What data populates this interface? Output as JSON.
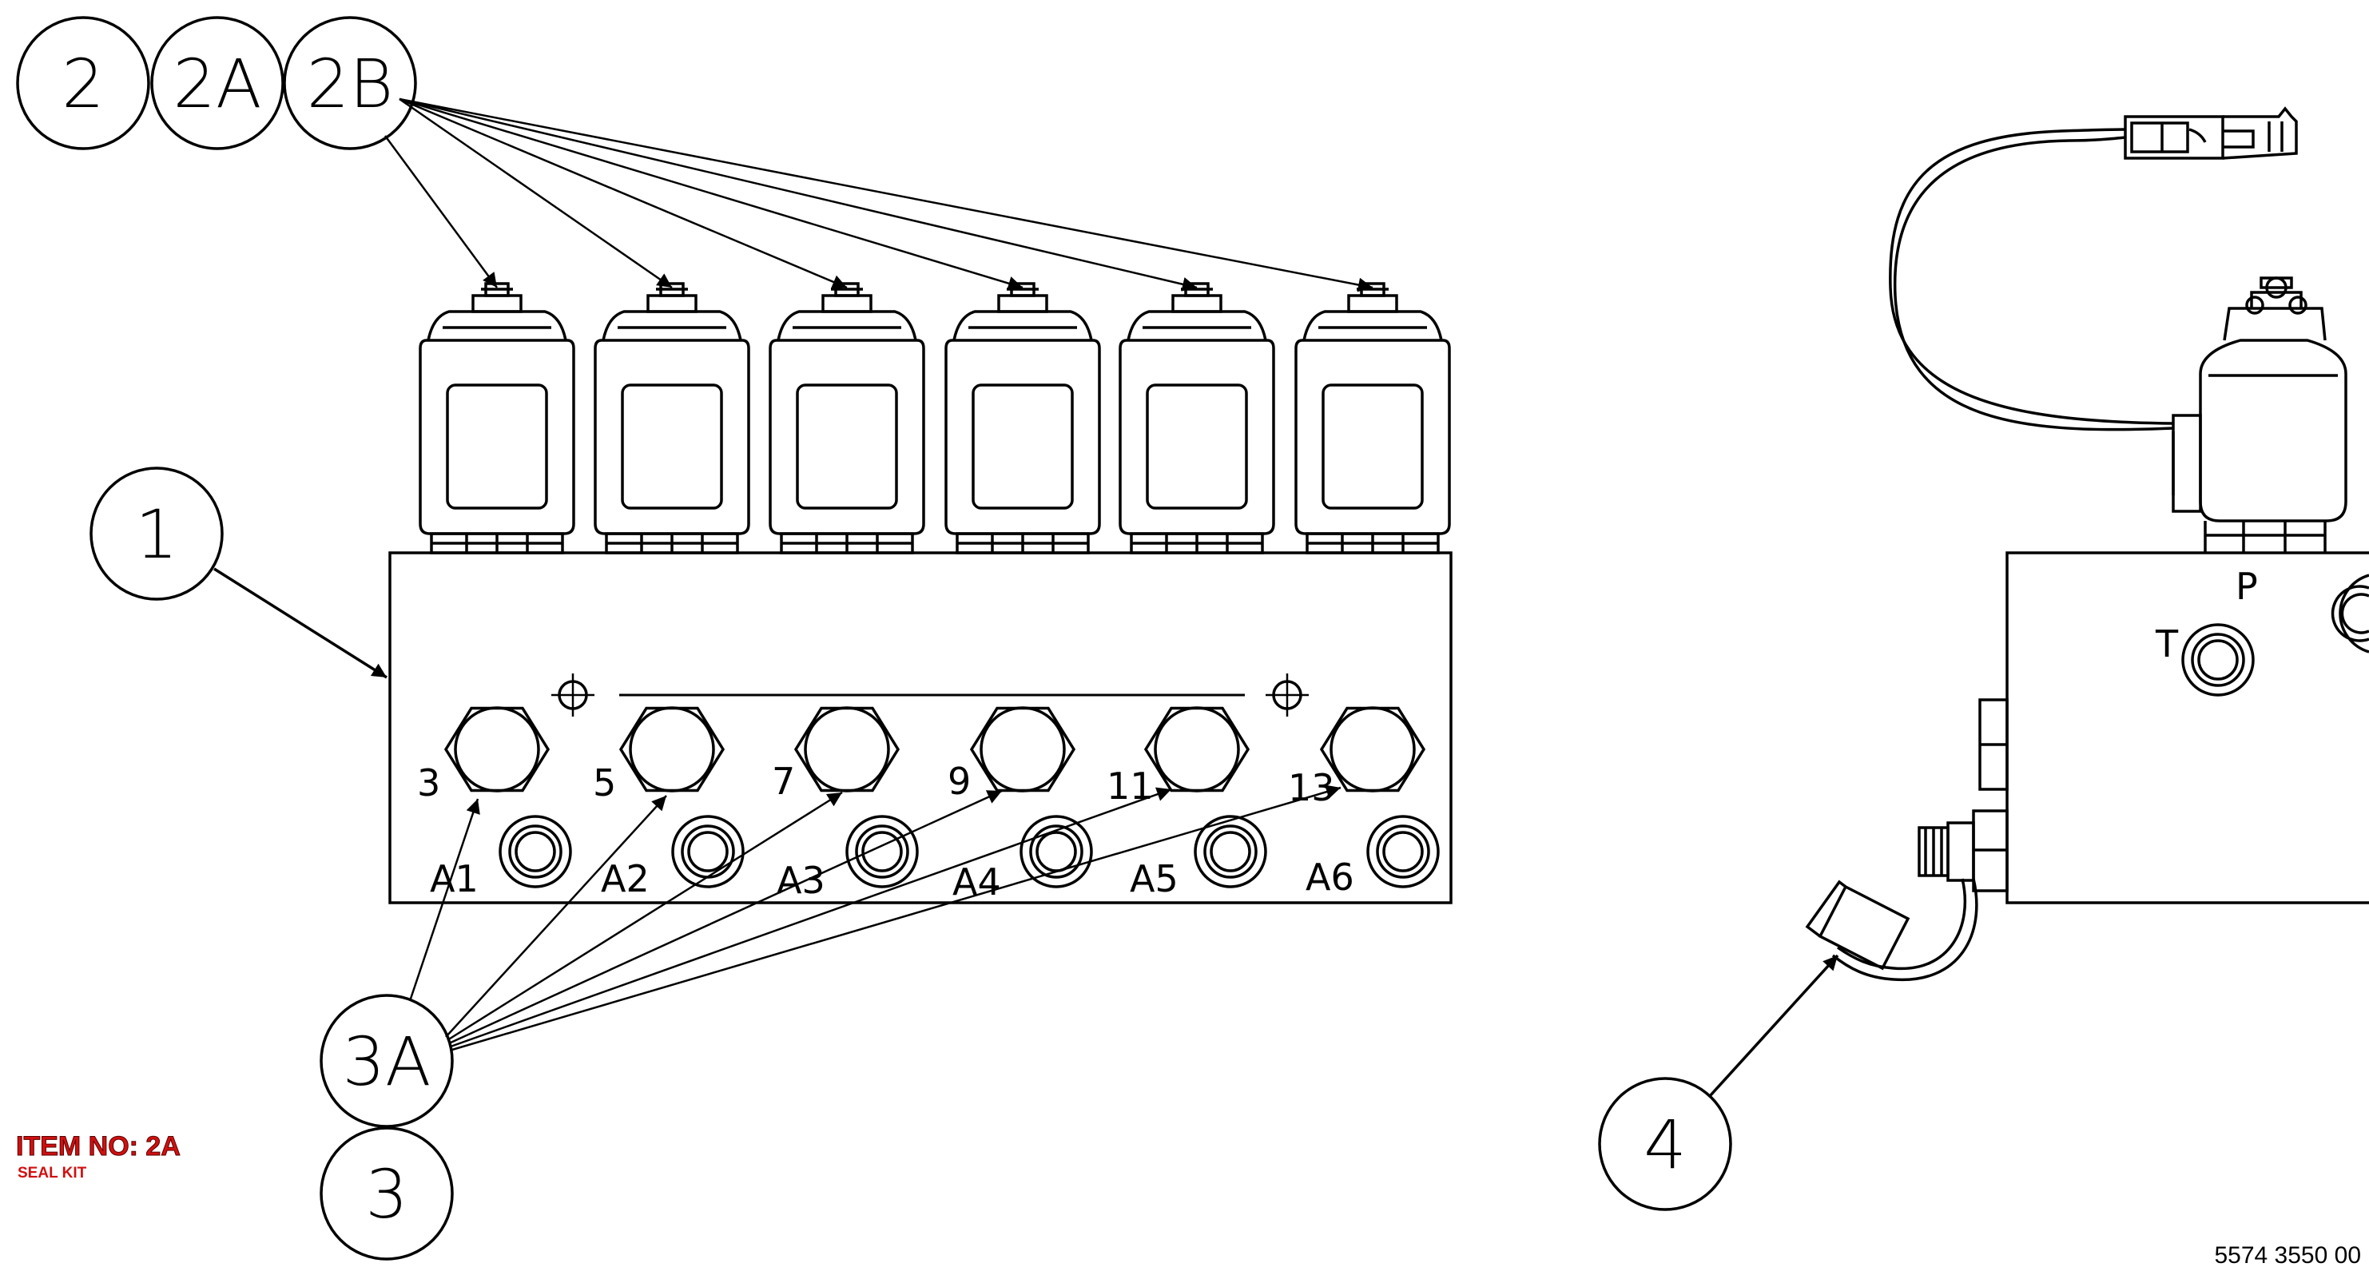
{
  "balloons": {
    "b2": "2",
    "b2a": "2A",
    "b2b": "2B",
    "b1": "1",
    "b3a": "3A",
    "b3": "3",
    "b4": "4"
  },
  "port_numbers": [
    "3",
    "5",
    "7",
    "9",
    "11",
    "13"
  ],
  "port_labels": [
    "A1",
    "A2",
    "A3",
    "A4",
    "A5",
    "A6"
  ],
  "side_ports": {
    "t": "T",
    "p": "P"
  },
  "title_block": {
    "item": "ITEM NO: 2A",
    "description": "SEAL KIT",
    "color": "#d01010"
  },
  "drawing_number": "5574 3550 00"
}
